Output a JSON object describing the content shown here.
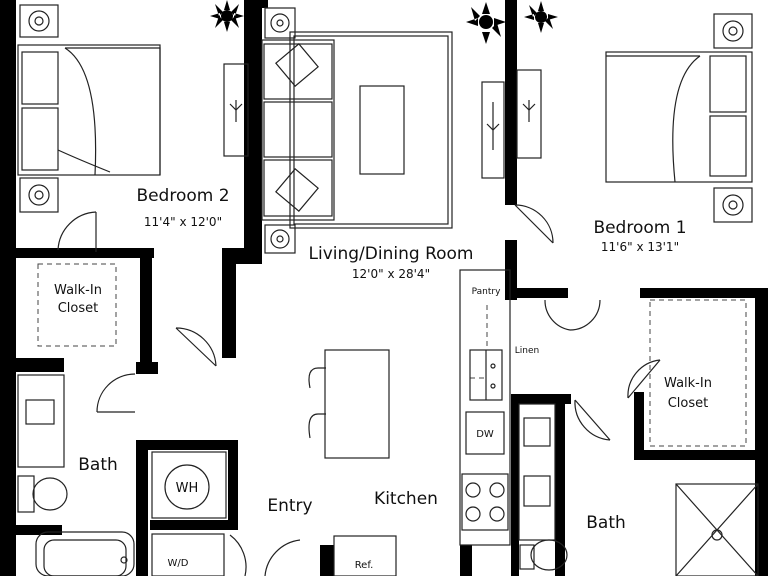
{
  "rooms": {
    "bedroom2": {
      "name": "Bedroom 2",
      "dims": "11'4\" x 12'0\""
    },
    "bedroom1": {
      "name": "Bedroom 1",
      "dims": "11'6\" x 13'1\""
    },
    "living": {
      "name": "Living/Dining Room",
      "dims": "12'0\" x 28'4\""
    },
    "walkin_left": {
      "line1": "Walk-In",
      "line2": "Closet"
    },
    "walkin_right": {
      "line1": "Walk-In",
      "line2": "Closet"
    },
    "bath_left": "Bath",
    "bath_right": "Bath",
    "entry": "Entry",
    "kitchen": "Kitchen"
  },
  "fixtures": {
    "pantry": "Pantry",
    "linen": "Linen",
    "dishwasher": "DW",
    "water_heater": "WH",
    "washer_dryer": "W/D",
    "refrigerator": "Ref."
  },
  "colors": {
    "wall": "#000000",
    "line": "#222222",
    "background": "#ffffff"
  }
}
